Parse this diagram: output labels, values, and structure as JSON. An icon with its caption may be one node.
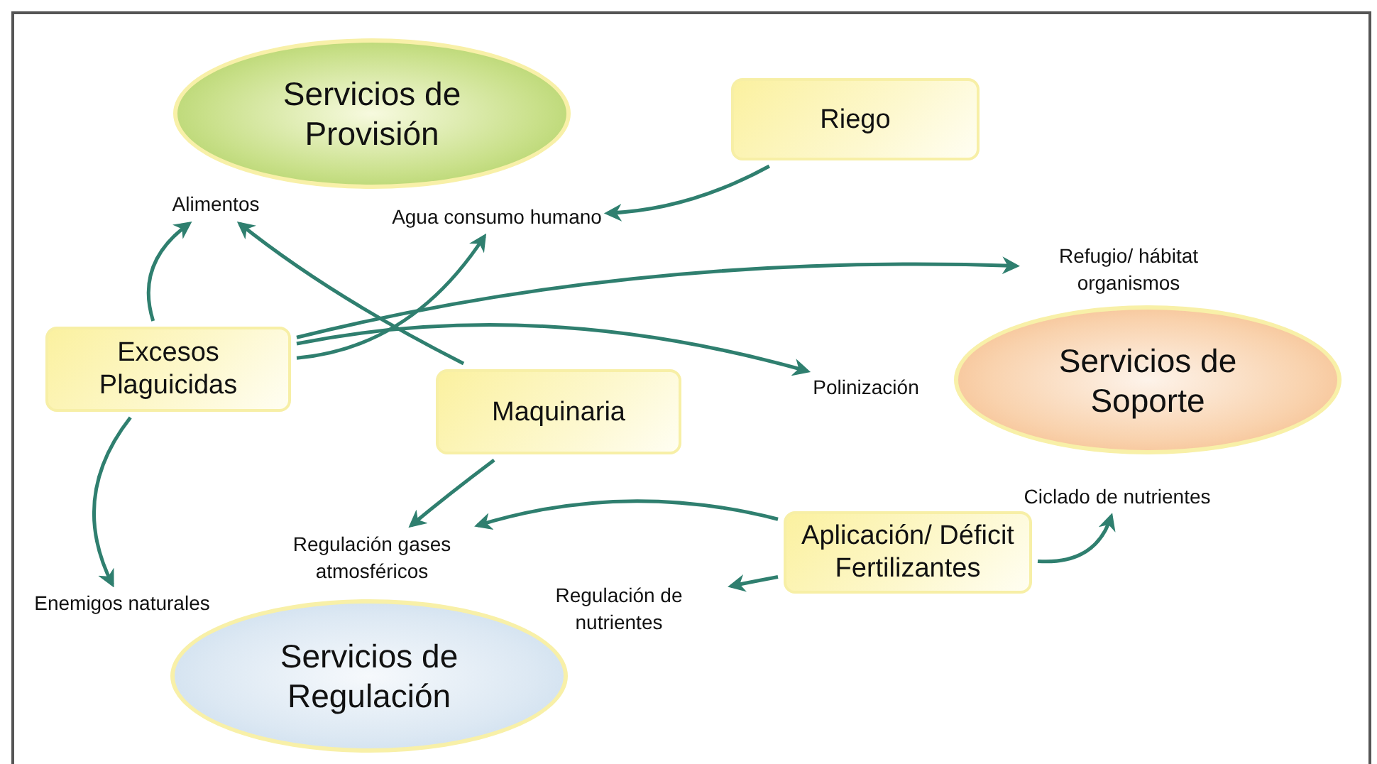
{
  "diagram": {
    "nodes": [
      {
        "text": [
          "Servicios de Provisión"
        ]
      },
      {
        "text": [
          "Riego"
        ]
      },
      {
        "text": [
          "Alimentos"
        ]
      },
      {
        "text": [
          "Agua consumo humano"
        ]
      },
      {
        "text": [
          "Refugio/ hábitat organismos"
        ]
      },
      {
        "text": [
          "Excesos Plaguicidas"
        ]
      },
      {
        "text": [
          "Maquinaria"
        ]
      },
      {
        "text": [
          "Polinización"
        ]
      },
      {
        "text": [
          "Servicios de Soporte"
        ]
      },
      {
        "text": [
          "Ciclado de nutrientes"
        ]
      },
      {
        "text": [
          "Aplicación/ Déficit Fertilizantes"
        ]
      },
      {
        "text": [
          "Regulación gases atmosféricos"
        ]
      },
      {
        "text": [
          "Enemigos naturales"
        ]
      },
      {
        "text": [
          "Regulación de nutrientes"
        ]
      },
      {
        "text": [
          "Servicios de Regulación"
        ]
      }
    ],
    "edges": [
      {
        "from": 1,
        "to": 3,
        "arrow": "to"
      },
      {
        "from": 5,
        "to": 2,
        "arrow": "to"
      },
      {
        "from": 5,
        "to": 3,
        "arrow": "to"
      },
      {
        "from": 5,
        "to": 4,
        "arrow": "to"
      },
      {
        "from": 5,
        "to": 7,
        "arrow": "to"
      },
      {
        "from": 5,
        "to": 12,
        "arrow": "to"
      },
      {
        "from": 6,
        "to": 2,
        "arrow": "to"
      },
      {
        "from": 6,
        "to": 11,
        "arrow": "to"
      },
      {
        "from": 10,
        "to": 11,
        "arrow": "to"
      },
      {
        "from": 10,
        "to": 13,
        "arrow": "to"
      },
      {
        "from": 10,
        "to": 9,
        "arrow": "to"
      }
    ]
  }
}
